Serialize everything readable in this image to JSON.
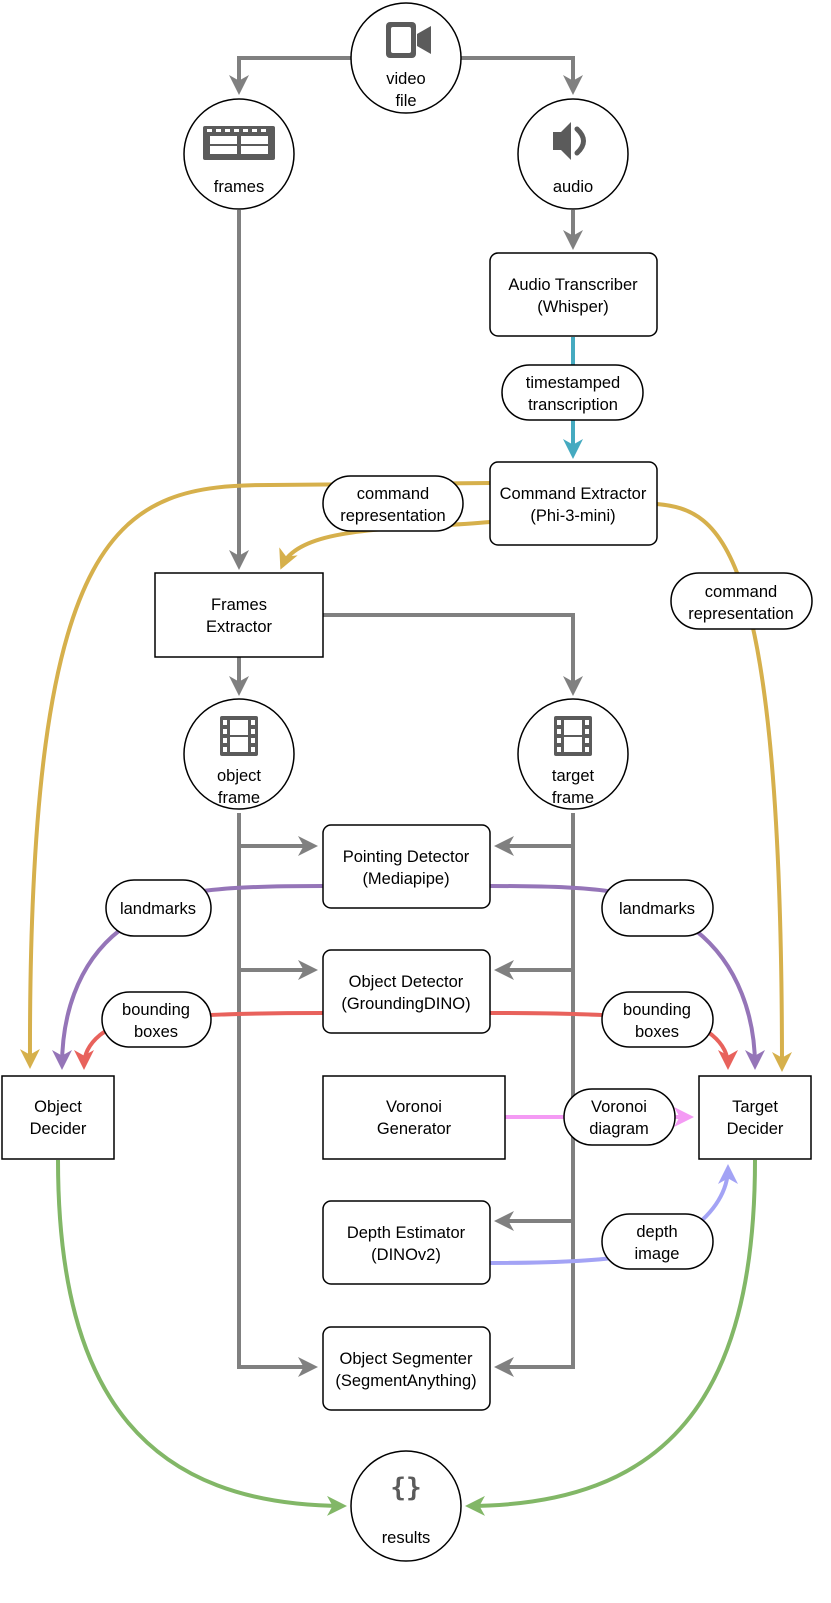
{
  "colors": {
    "gray": "#808080",
    "gold": "#d6b04c",
    "teal": "#45aac0",
    "purple": "#9575b8",
    "red": "#e8625c",
    "pink": "#f49af4",
    "lavender": "#a3a3f5",
    "green": "#82b767",
    "icon": "#5b5b5b"
  },
  "circles": {
    "video_file": {
      "icon": "video-camera-icon",
      "lines": [
        "video",
        "file"
      ]
    },
    "frames": {
      "icon": "film-strip-icon",
      "lines": [
        "frames"
      ]
    },
    "audio": {
      "icon": "speaker-icon",
      "lines": [
        "audio"
      ]
    },
    "object_frame": {
      "icon": "film-frame-icon",
      "lines": [
        "object",
        "frame"
      ]
    },
    "target_frame": {
      "icon": "film-frame-icon",
      "lines": [
        "target",
        "frame"
      ]
    },
    "results": {
      "icon": "curly-braces-icon",
      "lines": [
        "results"
      ]
    }
  },
  "boxes": {
    "audio_transcriber": [
      "Audio Transcriber",
      "(Whisper)"
    ],
    "command_extractor": [
      "Command Extractor",
      "(Phi-3-mini)"
    ],
    "frames_extractor": [
      "Frames",
      "Extractor"
    ],
    "pointing_detector": [
      "Pointing Detector",
      "(Mediapipe)"
    ],
    "object_detector": [
      "Object Detector",
      "(GroundingDINO)"
    ],
    "voronoi_generator": [
      "Voronoi",
      "Generator"
    ],
    "depth_estimator": [
      "Depth Estimator",
      "(DINOv2)"
    ],
    "object_segmenter": [
      "Object Segmenter",
      "(SegmentAnything)"
    ],
    "object_decider": [
      "Object",
      "Decider"
    ],
    "target_decider": [
      "Target",
      "Decider"
    ]
  },
  "labels": {
    "timestamped_transcription": [
      "timestamped",
      "transcription"
    ],
    "command_representation_left": [
      "command",
      "representation"
    ],
    "command_representation_right": [
      "command",
      "representation"
    ],
    "landmarks_left": [
      "landmarks"
    ],
    "landmarks_right": [
      "landmarks"
    ],
    "bounding_boxes_left": [
      "bounding",
      "boxes"
    ],
    "bounding_boxes_right": [
      "bounding",
      "boxes"
    ],
    "voronoi_diagram": [
      "Voronoi",
      "diagram"
    ],
    "depth_image": [
      "depth",
      "image"
    ]
  },
  "icon_glyphs": {
    "curly_braces": "{}"
  }
}
